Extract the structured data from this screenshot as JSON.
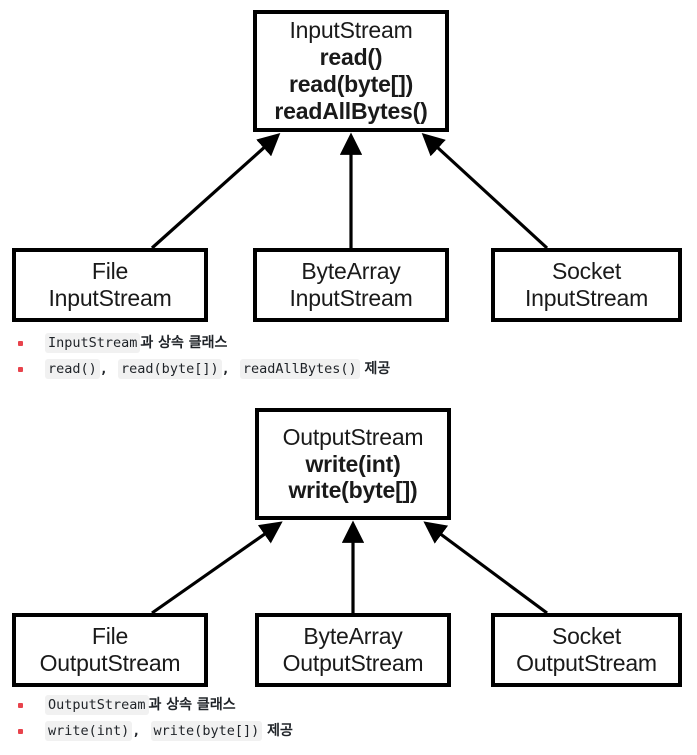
{
  "colors": {
    "bullet": "#e8434c",
    "code_bg": "#f1f1f1",
    "box_border": "#000000",
    "text": "#1f2328",
    "background": "#ffffff"
  },
  "diagrams": [
    {
      "id": "inputstream-hierarchy",
      "parent": {
        "name": "inputstream",
        "lines": [
          {
            "text": "InputStream",
            "bold": false
          },
          {
            "text": "read()",
            "bold": true
          },
          {
            "text": "read(byte[])",
            "bold": true
          },
          {
            "text": "readAllBytes()",
            "bold": true
          }
        ]
      },
      "children": [
        {
          "name": "file-inputstream",
          "lines": [
            {
              "text": "File",
              "bold": false
            },
            {
              "text": "InputStream",
              "bold": false
            }
          ]
        },
        {
          "name": "bytearray-inputstream",
          "lines": [
            {
              "text": "ByteArray",
              "bold": false
            },
            {
              "text": "InputStream",
              "bold": false
            }
          ]
        },
        {
          "name": "socket-inputstream",
          "lines": [
            {
              "text": "Socket",
              "bold": false
            },
            {
              "text": "InputStream",
              "bold": false
            }
          ]
        }
      ]
    },
    {
      "id": "outputstream-hierarchy",
      "parent": {
        "name": "outputstream",
        "lines": [
          {
            "text": "OutputStream",
            "bold": false
          },
          {
            "text": "write(int)",
            "bold": true
          },
          {
            "text": "write(byte[])",
            "bold": true
          }
        ]
      },
      "children": [
        {
          "name": "file-outputstream",
          "lines": [
            {
              "text": "File",
              "bold": false
            },
            {
              "text": "OutputStream",
              "bold": false
            }
          ]
        },
        {
          "name": "bytearray-outputstream",
          "lines": [
            {
              "text": "ByteArray",
              "bold": false
            },
            {
              "text": "OutputStream",
              "bold": false
            }
          ]
        },
        {
          "name": "socket-outputstream",
          "lines": [
            {
              "text": "Socket",
              "bold": false
            },
            {
              "text": "OutputStream",
              "bold": false
            }
          ]
        }
      ]
    }
  ],
  "bullets_input": [
    {
      "parts": [
        {
          "type": "code",
          "text": "InputStream"
        },
        {
          "type": "kr",
          "text": "과 상속 클래스"
        }
      ]
    },
    {
      "parts": [
        {
          "type": "code",
          "text": "read()"
        },
        {
          "type": "sep",
          "text": ", "
        },
        {
          "type": "code",
          "text": "read(byte[])"
        },
        {
          "type": "sep",
          "text": ", "
        },
        {
          "type": "code",
          "text": "readAllBytes()"
        },
        {
          "type": "kr",
          "text": " 제공"
        }
      ]
    }
  ],
  "bullets_output": [
    {
      "parts": [
        {
          "type": "code",
          "text": "OutputStream"
        },
        {
          "type": "kr",
          "text": "과 상속 클래스"
        }
      ]
    },
    {
      "parts": [
        {
          "type": "code",
          "text": "write(int)"
        },
        {
          "type": "sep",
          "text": ", "
        },
        {
          "type": "code",
          "text": "write(byte[])"
        },
        {
          "type": "kr",
          "text": " 제공"
        }
      ]
    }
  ]
}
